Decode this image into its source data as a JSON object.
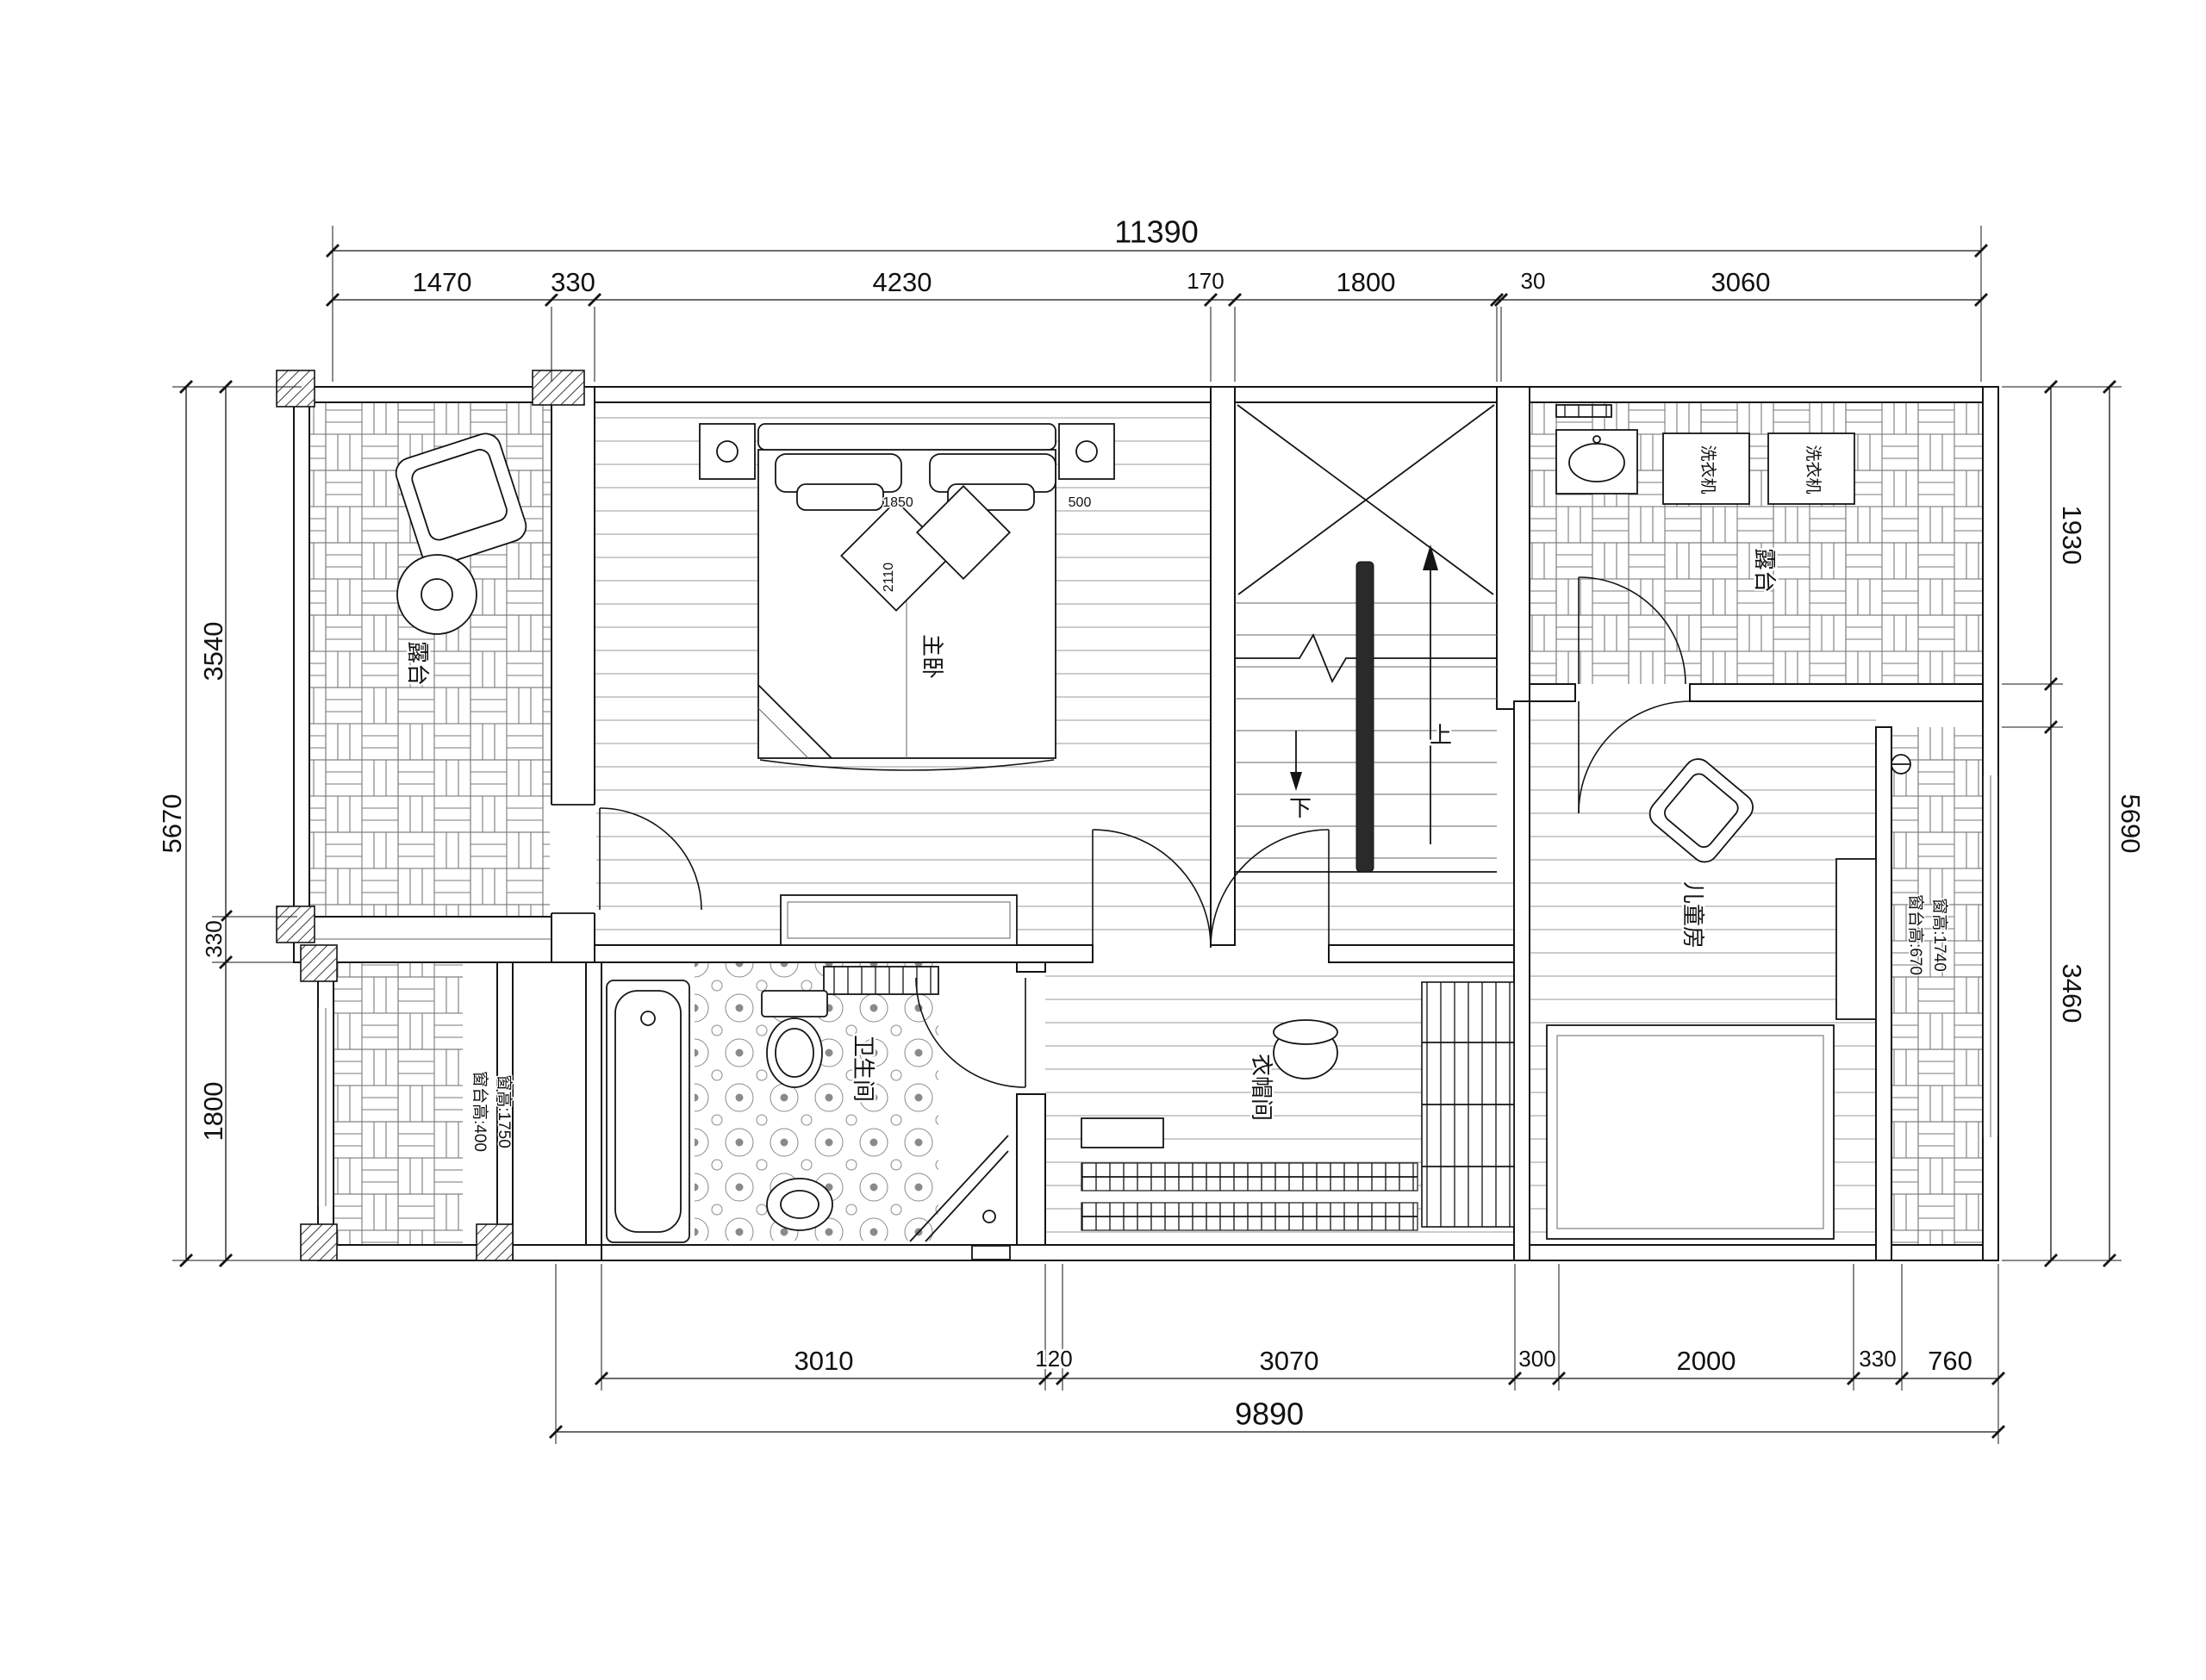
{
  "dims": {
    "top_total": "11390",
    "top_segments": [
      "1470",
      "330",
      "4230",
      "170",
      "1800",
      "30",
      "3060"
    ],
    "left_outer": "5670",
    "left_segments": [
      "3540",
      "330",
      "1800"
    ],
    "right_outer": "5690",
    "right_segments": [
      "1930",
      "3460"
    ],
    "bottom_total": "9890",
    "bottom_segments": [
      "3010",
      "120",
      "3070",
      "300",
      "2000",
      "330",
      "760"
    ]
  },
  "rooms": {
    "terrace_tl": "露台",
    "master": "主卧",
    "terrace_tr": "露台",
    "children": "儿童房",
    "bathroom": "卫生间",
    "cloakroom": "衣帽间",
    "washer": "洗衣机"
  },
  "stairs": {
    "up": "上",
    "down": "下"
  },
  "bed": {
    "width": "1850",
    "length": "2110",
    "nightstand": "500"
  },
  "notes": {
    "left_sill": "窗台高:400",
    "left_window": "窗高:1750",
    "right_sill": "窗台高:670",
    "right_window": "窗高:1740"
  }
}
